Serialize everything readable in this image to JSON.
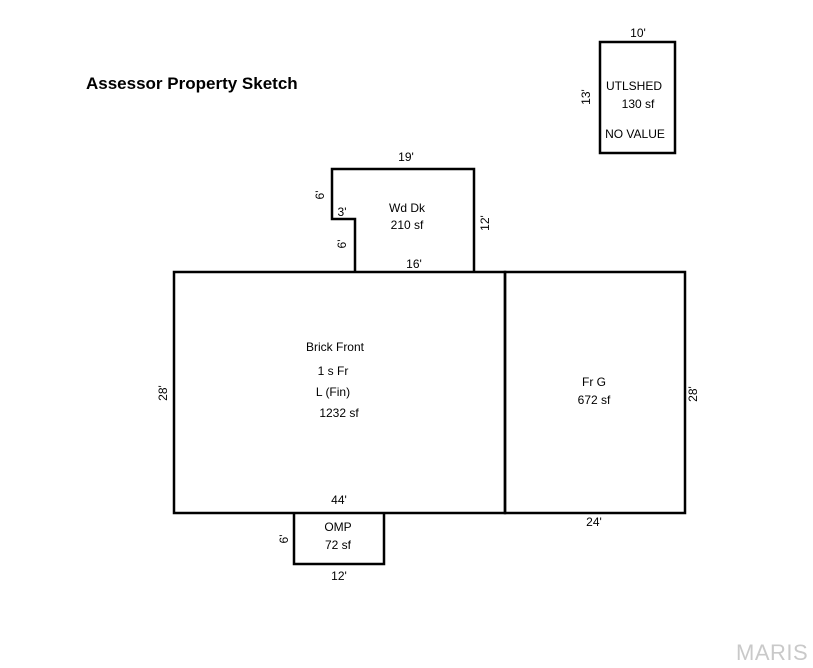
{
  "title": "Assessor Property Sketch",
  "watermark": "MARIS",
  "utlshed": {
    "name": "UTLSHED",
    "area": "130 sf",
    "note": "NO VALUE",
    "dim_top": "10'",
    "dim_left": "13'"
  },
  "deck": {
    "name": "Wd Dk",
    "area": "210 sf",
    "dim_top": "19'",
    "dim_upper_left": "6'",
    "dim_step": "3'",
    "dim_lower_left": "6'",
    "dim_right": "12'",
    "dim_bottom": "16'"
  },
  "main": {
    "line1": "Brick Front",
    "line2": "1 s Fr",
    "line3": "L (Fin)",
    "area": "1232 sf",
    "dim_left": "28'",
    "dim_bottom": "44'"
  },
  "garage": {
    "name": "Fr G",
    "area": "672 sf",
    "dim_right": "28'",
    "dim_bottom": "24'"
  },
  "porch": {
    "name": "OMP",
    "area": "72 sf",
    "dim_left": "6'",
    "dim_bottom": "12'"
  }
}
